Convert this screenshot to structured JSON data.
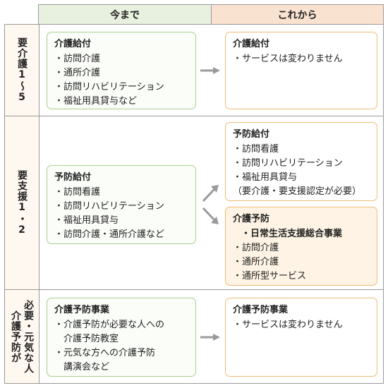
{
  "header": {
    "before": "今まで",
    "after": "これから"
  },
  "rows": [
    {
      "label": [
        "要介護1〜5"
      ],
      "before": {
        "title": "介護給付",
        "items": [
          "・訪問介護",
          "・通所介護",
          "・訪問リハビリテーション",
          "・福祉用具貸与など"
        ]
      },
      "after": {
        "title": "介護給付",
        "items": [
          "・サービスは変わりません"
        ]
      }
    },
    {
      "label": [
        "要支援1・2"
      ],
      "before": {
        "title": "予防給付",
        "items": [
          "・訪問看護",
          "・訪問リハビリテーション",
          "・福祉用具貸与",
          "・訪問介護・通所介護など"
        ]
      },
      "after_top": {
        "title": "予防給付",
        "items": [
          "・訪問看護",
          "・訪問リハビリテーション",
          "・福祉用具貸与",
          "（要介護・要支援認定が必要）"
        ]
      },
      "after_bottom": {
        "title": "介護予防",
        "subtitle": "・日常生活支援総合事業",
        "items": [
          "・訪問介護",
          "・通所介護",
          "・通所型サービス"
        ]
      }
    },
    {
      "label": [
        "介護予防が",
        "必要・元気な人"
      ],
      "before": {
        "title": "介護予防事業",
        "items": [
          "・介護予防が必要な人への",
          "　介護予防教室",
          "・元気な方への介護予防",
          "　講演会など"
        ]
      },
      "after": {
        "title": "介護予防事業",
        "items": [
          "・サービスは変わりません"
        ]
      }
    }
  ],
  "colors": {
    "header_before": "#e8f0df",
    "header_after": "#fae2d0",
    "green_border": "#a8cf8e",
    "orange_border": "#f0bb74",
    "arrow": "#9a9a9a"
  },
  "icons": {
    "arrow": "right-arrow-icon"
  }
}
